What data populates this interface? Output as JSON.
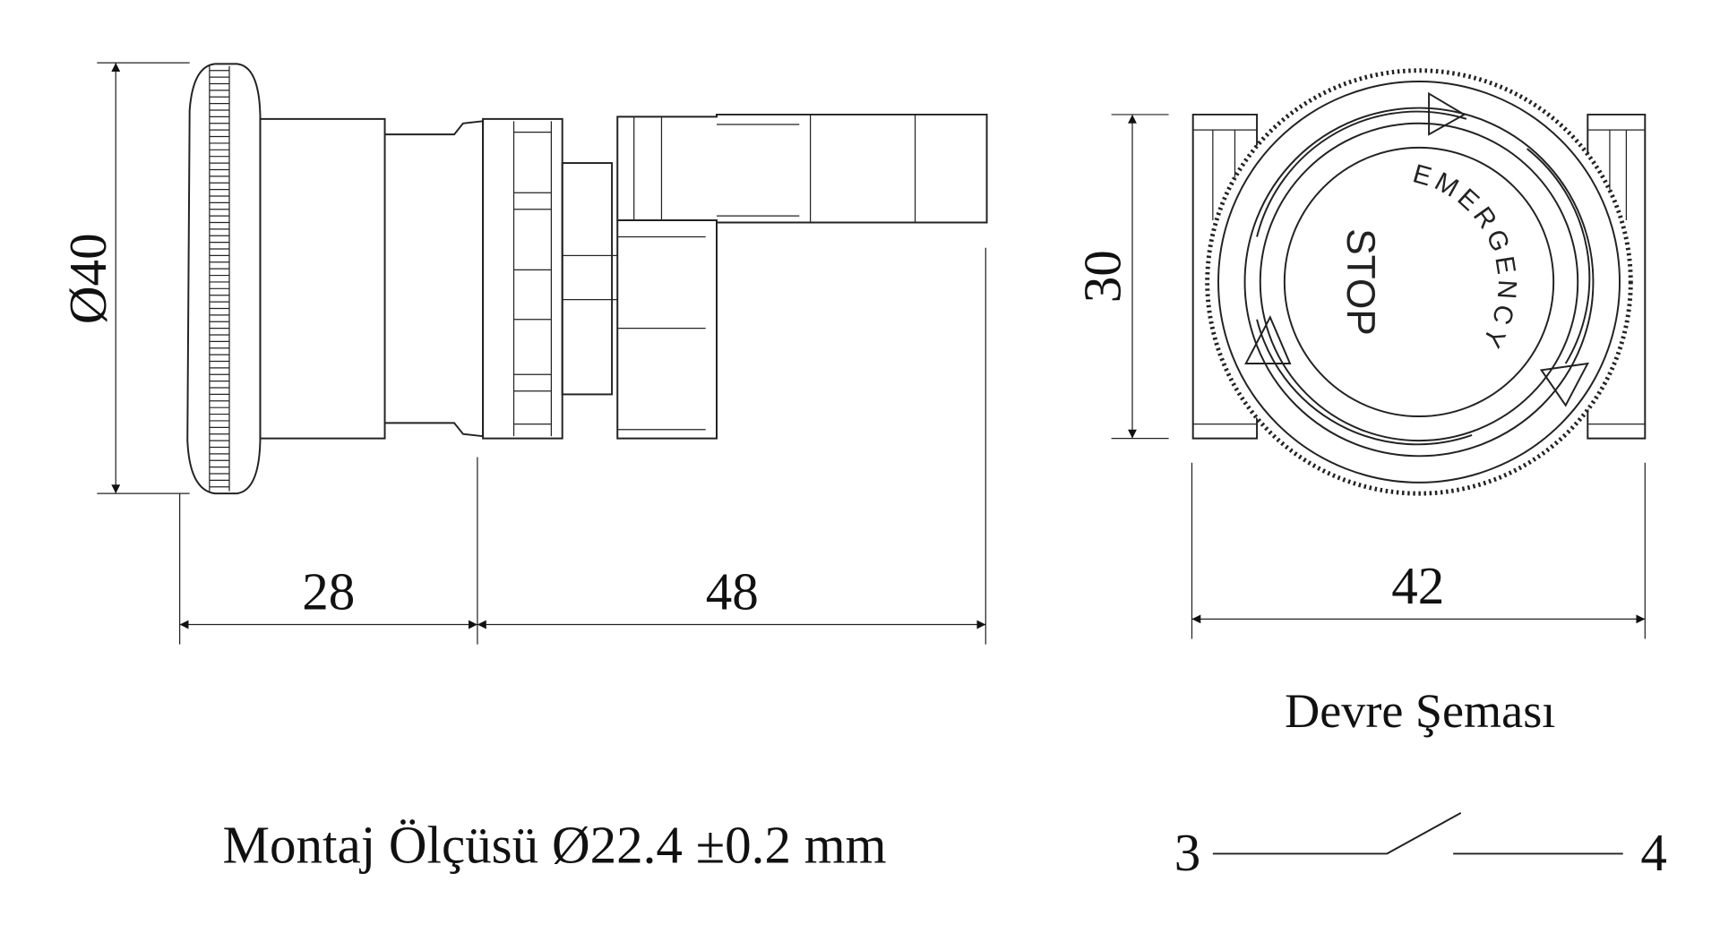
{
  "dimensions": {
    "diameter": "Ø40",
    "length_front": "28",
    "length_rear": "48",
    "height": "30",
    "width": "42"
  },
  "button_face": {
    "line1": "EMERGENCY",
    "line2": "STOP"
  },
  "circuit": {
    "title": "Devre Şeması",
    "terminal_left": "3",
    "terminal_right": "4"
  },
  "mounting_note": "Montaj Ölçüsü Ø22.4 ±0.2 mm",
  "colors": {
    "line": "#222222",
    "background": "#ffffff"
  }
}
